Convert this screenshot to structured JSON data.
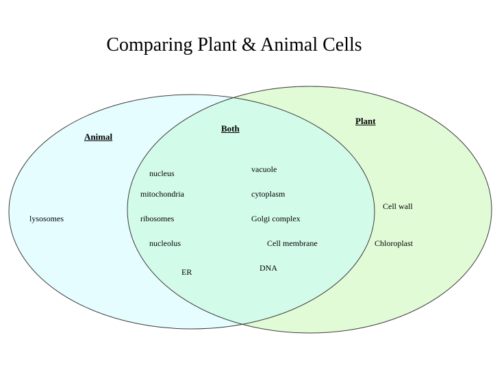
{
  "title": "Comparing Plant & Animal Cells",
  "colors": {
    "animal_fill": "#e6fdff",
    "plant_fill": "#e2fbd7",
    "overlap_fill": "#d3fbe9",
    "outline": "#3a3a3a"
  },
  "sets": {
    "animal": {
      "heading": "Animal",
      "items": [
        "lysosomes"
      ]
    },
    "both": {
      "heading": "Both",
      "items": [
        "nucleus",
        "mitochondria",
        "ribosomes",
        "nucleolus",
        "ER",
        "vacuole",
        "cytoplasm",
        "Golgi complex",
        "Cell membrane",
        "DNA"
      ]
    },
    "plant": {
      "heading": "Plant",
      "items": [
        "Cell wall",
        "Chloroplast"
      ]
    }
  }
}
